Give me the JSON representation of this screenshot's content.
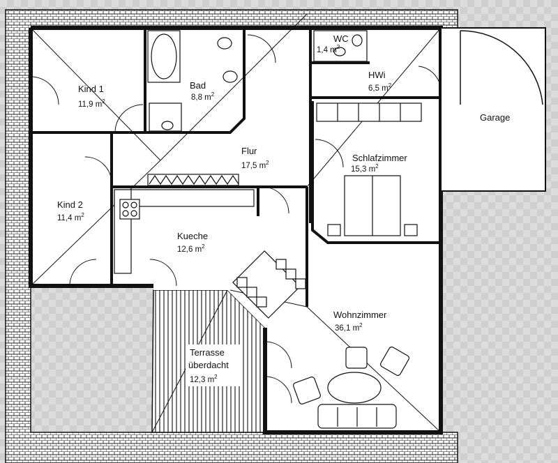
{
  "plan": {
    "rooms": [
      {
        "id": "kind1",
        "name": "Kind 1",
        "area": "11,9 m",
        "unit_sup": "2"
      },
      {
        "id": "bad",
        "name": "Bad",
        "area": "8,8 m",
        "unit_sup": "2"
      },
      {
        "id": "wc",
        "name": "WC",
        "area": "1,4 m",
        "unit_sup": "2"
      },
      {
        "id": "hwi",
        "name": "HWi",
        "area": "6,5 m",
        "unit_sup": "2"
      },
      {
        "id": "garage",
        "name": "Garage",
        "area": "",
        "unit_sup": ""
      },
      {
        "id": "flur",
        "name": "Flur",
        "area": "17,5 m",
        "unit_sup": "2"
      },
      {
        "id": "schlafzimmer",
        "name": "Schlafzimmer",
        "area": "15,3 m",
        "unit_sup": "2"
      },
      {
        "id": "kind2",
        "name": "Kind 2",
        "area": "11,4 m",
        "unit_sup": "2"
      },
      {
        "id": "kueche",
        "name": "Kueche",
        "area": "12,6 m",
        "unit_sup": "2"
      },
      {
        "id": "wohnzimmer",
        "name": "Wohnzimmer",
        "area": "36,1 m",
        "unit_sup": "2"
      },
      {
        "id": "terrasse",
        "name": "Terrasse",
        "name2": "überdacht",
        "area": "12,3 m",
        "unit_sup": "2"
      }
    ]
  }
}
